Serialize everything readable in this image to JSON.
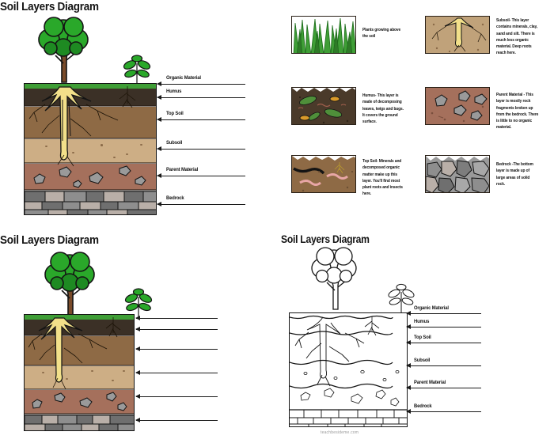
{
  "page": {
    "background": "#ffffff",
    "watermark": "teachbesideme.com"
  },
  "palette": {
    "grass_green": "#3f9e36",
    "grass_dark": "#2f7a28",
    "tree_leaf": "#2aa82a",
    "tree_leaf_dark": "#1e8a22",
    "trunk": "#7a4b2a",
    "trunk_dark": "#5c3620",
    "root_yellow": "#f2e08a",
    "root_shadow": "#d9c061",
    "humus": "#3b3026",
    "topsoil": "#8e6a45",
    "subsoil": "#cdae85",
    "parent_material": "#a5705c",
    "bedrock": "#8e8e8e",
    "bedrock_stone_light": "#b9afa8",
    "bedrock_stone_dark": "#6f6f6f",
    "outline": "#141414",
    "text": "#111111"
  },
  "panels": {
    "top_left": {
      "title": "Soil Layers Diagram",
      "labels": [
        "Organic Material",
        "Humus",
        "Top Soil",
        "Subsoil",
        "Parent Material",
        "Bedrock"
      ]
    },
    "bottom_left": {
      "title": "Soil Layers Diagram",
      "labels": [
        "",
        "",
        "",
        "",
        "",
        ""
      ],
      "note": "blank worksheet version with unlabeled arrows"
    },
    "bottom_right": {
      "title": "Soil Layers Diagram",
      "style": "black-and-white outline",
      "labels": [
        "Organic Material",
        "Humus",
        "Top Soil",
        "Subsoil",
        "Parent Material",
        "Bedrock"
      ],
      "watermark": "teachbesideme.com"
    },
    "top_right": {
      "cards": [
        {
          "id": "grass",
          "text": "Plants growing above the soil",
          "image": "grass-blades"
        },
        {
          "id": "subsoil",
          "text": "Subsoil- This layer contains minerals, clay, sand and silt. There is much less organic material. Deep roots reach here.",
          "image": "subsoil-with-roots"
        },
        {
          "id": "humus",
          "text": "Humus- This layer is made of decomposing leaves, twigs and bugs. It covers the ground surface.",
          "image": "humus-leaves-bugs"
        },
        {
          "id": "parent_material",
          "text": "Parent Material - This layer is mostly rock fragments broken up from the bedrock. There is little to no organic material.",
          "image": "parent-material-rocks"
        },
        {
          "id": "topsoil",
          "text": "Top Soil- Minerals and decomposed organic matter make up this layer. You'll find most plant roots and insects here.",
          "image": "topsoil-worms"
        },
        {
          "id": "bedrock",
          "text": "Bedrock -The bottom layer is made up of large areas of solid rock.",
          "image": "bedrock-stones"
        }
      ]
    }
  }
}
